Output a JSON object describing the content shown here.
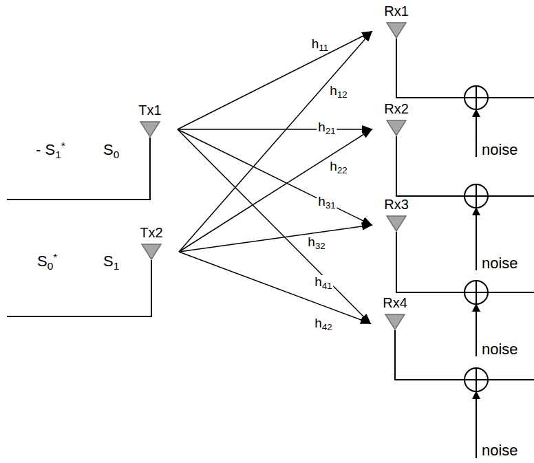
{
  "diagram": {
    "nodes": [
      {
        "text": [
          "Tx1"
        ]
      },
      {
        "text": [
          "Tx2"
        ]
      },
      {
        "text": [
          "Rx1"
        ]
      },
      {
        "text": [
          "Rx2"
        ]
      },
      {
        "text": [
          "Rx3"
        ]
      },
      {
        "text": [
          "Rx4"
        ]
      }
    ],
    "edges": [
      {
        "from": 0,
        "to": 2,
        "label": "h11",
        "arrow": "to"
      },
      {
        "from": 0,
        "to": 3,
        "label": "h21",
        "arrow": "to"
      },
      {
        "from": 0,
        "to": 4,
        "label": "h31",
        "arrow": "to"
      },
      {
        "from": 0,
        "to": 5,
        "label": "h41",
        "arrow": "to"
      },
      {
        "from": 1,
        "to": 2,
        "label": "h12",
        "arrow": "to"
      },
      {
        "from": 1,
        "to": 3,
        "label": "h22",
        "arrow": "to"
      },
      {
        "from": 1,
        "to": 4,
        "label": "h32",
        "arrow": "to"
      },
      {
        "from": 1,
        "to": 5,
        "label": "h42",
        "arrow": "to"
      }
    ],
    "labels": [
      "- S1*",
      "S0",
      "S0*",
      "S1",
      "noise",
      "noise",
      "noise",
      "noise"
    ]
  }
}
